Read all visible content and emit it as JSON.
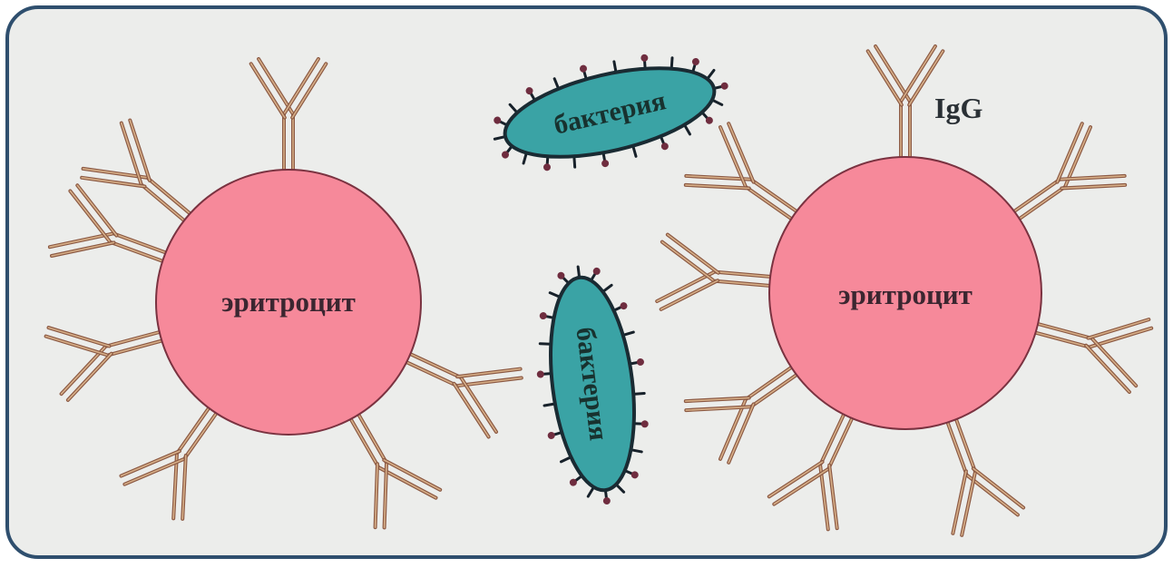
{
  "diagram": {
    "cell_left_label": "эритроцит",
    "cell_right_label": "эритроцит",
    "bacterium_top_label": "бактерия",
    "bacterium_bottom_label": "бактерия",
    "antibody_label": "IgG"
  },
  "colors": {
    "frame_fill": "#ecedeb",
    "frame_stroke": "#2f4f6e",
    "erythrocyte": "#f6899a",
    "bacterium": "#3aa3a5",
    "antibody": "#8c5a44"
  }
}
